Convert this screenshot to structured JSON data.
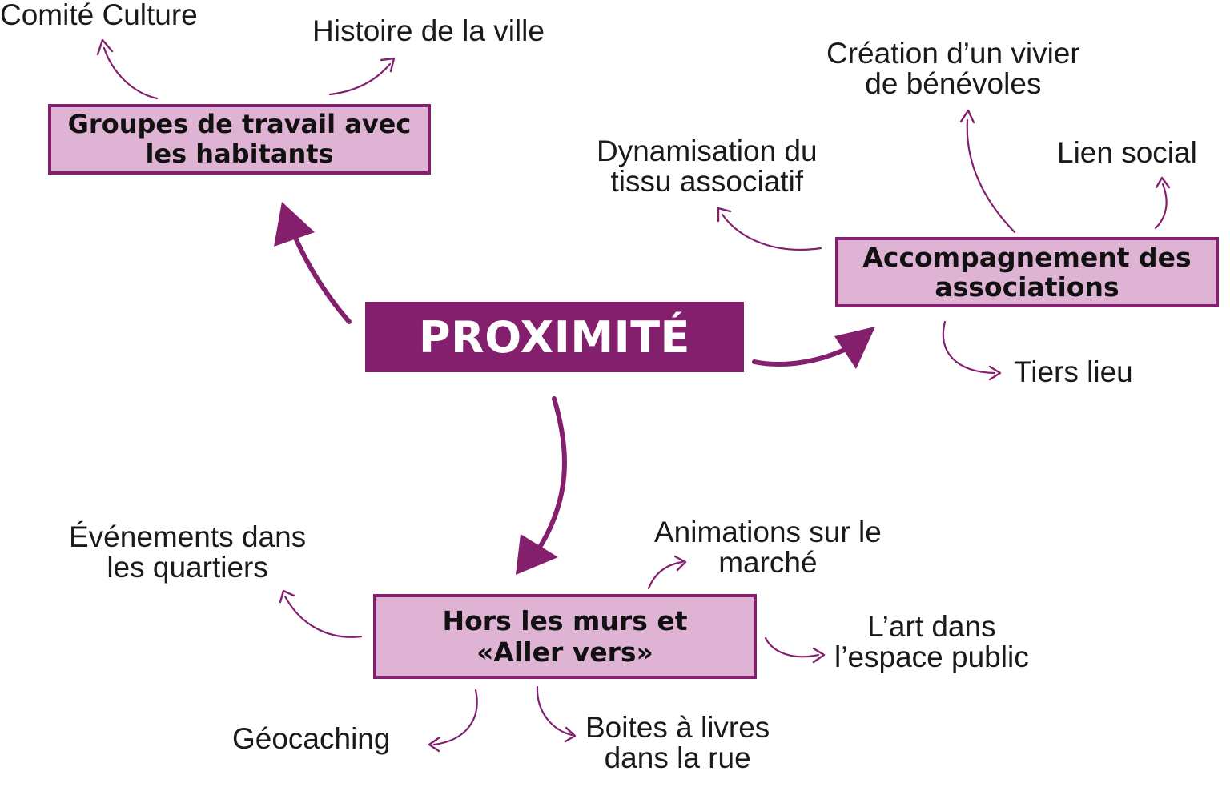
{
  "colors": {
    "primary": "#841f6e",
    "box_fill": "#dfb3d4",
    "text": "#1a1a1a"
  },
  "center": {
    "label": "PROXIMITÉ"
  },
  "themes": {
    "groupes": {
      "line1": "Groupes de travail avec",
      "line2": "les habitants",
      "leaves": {
        "comite": {
          "line1": "Comité Culture"
        },
        "histoire": {
          "line1": "Histoire de la ville"
        }
      }
    },
    "accompagnement": {
      "line1": "Accompagnement des",
      "line2": "associations",
      "leaves": {
        "creation": {
          "line1": "Création d’un vivier",
          "line2": "de bénévoles"
        },
        "dynamisation": {
          "line1": "Dynamisation du",
          "line2": "tissu associatif"
        },
        "lien": {
          "line1": "Lien social"
        },
        "tiers": {
          "line1": "Tiers lieu"
        }
      }
    },
    "hors": {
      "line1": "Hors les murs et",
      "line2": "«Aller vers»",
      "leaves": {
        "evenements": {
          "line1": "Événements dans",
          "line2": "les quartiers"
        },
        "animations": {
          "line1": "Animations sur le",
          "line2": "marché"
        },
        "art": {
          "line1": "L’art dans",
          "line2": "l’espace public"
        },
        "geocaching": {
          "line1": "Géocaching"
        },
        "boites": {
          "line1": "Boites à livres",
          "line2": "dans la rue"
        }
      }
    }
  }
}
